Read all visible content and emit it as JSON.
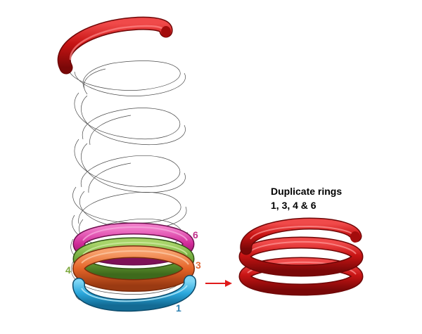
{
  "caption": {
    "line1": "Duplicate rings",
    "line2": "1, 3, 4 & 6"
  },
  "ring_labels": [
    {
      "id": "1",
      "color": "#2b7fb0"
    },
    {
      "id": "3",
      "color": "#e06a3a"
    },
    {
      "id": "4",
      "color": "#7ca83c"
    },
    {
      "id": "6",
      "color": "#c0308a"
    }
  ],
  "colors": {
    "ring1": "#2aa7dc",
    "ring3": "#e86a2e",
    "ring4": "#6ea83a",
    "ring6": "#d02a98",
    "red": "#cc1a1a",
    "wire": "#555555",
    "arrow": "#e01b1b"
  }
}
